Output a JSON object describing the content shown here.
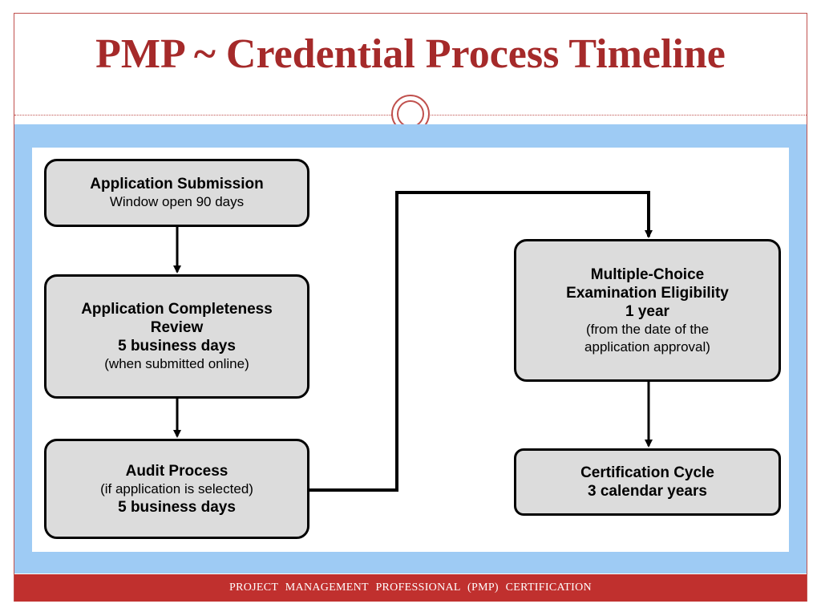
{
  "slide": {
    "title": "PMP  ~  Credential Process Timeline",
    "footer": "PROJECT  MANAGEMENT  PROFESSIONAL  (PMP)  CERTIFICATION"
  },
  "steps": {
    "application_submission": {
      "heading": "Application Submission",
      "detail": "Window open 90 days"
    },
    "completeness_review": {
      "heading_line1": "Application Completeness",
      "heading_line2": "Review",
      "duration": "5 business days",
      "note": "(when submitted online)"
    },
    "audit_process": {
      "heading": "Audit Process",
      "note": "(if application is selected)",
      "duration": "5 business days"
    },
    "exam_eligibility": {
      "heading_line1": "Multiple-Choice",
      "heading_line2": "Examination Eligibility",
      "duration": "1 year",
      "note_line1": "(from the date of the",
      "note_line2": "application approval)"
    },
    "certification_cycle": {
      "heading": "Certification Cycle",
      "duration": "3 calendar years"
    }
  },
  "colors": {
    "title": "#a52a2a",
    "accent": "#c0504d",
    "band": "#9ecbf4",
    "box_fill": "#dcdcdc",
    "footer": "#c0302e"
  }
}
